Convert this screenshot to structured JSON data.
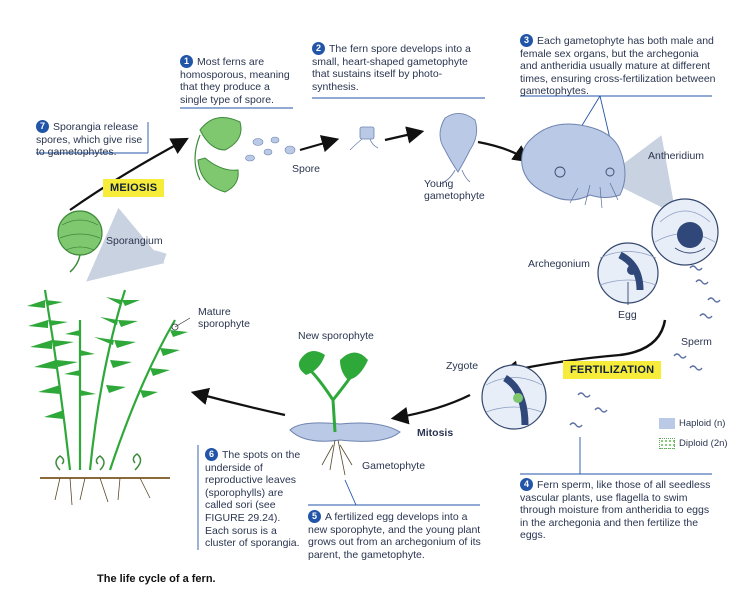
{
  "captions": {
    "c1": {
      "n": "1",
      "text": "Most ferns are homosporous, meaning that they produce a single type of spore."
    },
    "c2": {
      "n": "2",
      "text": "The fern spore develops into a small, heart-shaped gametophyte that sustains itself by photo-synthesis."
    },
    "c3": {
      "n": "3",
      "text": "Each gametophyte has both male and female sex organs, but the archegonia and antheridia usually mature at different times, ensuring cross-fertilization between gametophytes."
    },
    "c4": {
      "n": "4",
      "text": "Fern sperm, like those of all seedless vascular plants, use flagella to swim through moisture from antheridia to eggs in the archegonia and then fertilize the eggs."
    },
    "c5": {
      "n": "5",
      "text": "A fertilized egg develops into a new sporophyte, and the young plant grows out from an archegonium of its parent, the gametophyte."
    },
    "c6": {
      "n": "6",
      "text": "The spots on the underside of reproductive leaves (sporophylls) are called sori (see FIGURE 29.24). Each sorus is a cluster of sporangia."
    },
    "c7": {
      "n": "7",
      "text": "Sporangia release spores, which give rise to gametophytes."
    }
  },
  "labels": {
    "spore": "Spore",
    "young_gametophyte": "Young gametophyte",
    "antheridium": "Antheridium",
    "archegonium": "Archegonium",
    "egg": "Egg",
    "sperm": "Sperm",
    "zygote": "Zygote",
    "new_sporophyte": "New sporophyte",
    "gametophyte": "Gametophyte",
    "mature_sporophyte": "Mature sporophyte",
    "sporangium": "Sporangium"
  },
  "processes": {
    "meiosis": "MEIOSIS",
    "fertilization": "FERTILIZATION",
    "mitosis": "Mitosis"
  },
  "legend": {
    "haploid": "Haploid (n)",
    "diploid": "Diploid (2n)"
  },
  "colors": {
    "haploid": "#b9c9e6",
    "diploid": "#7fc870",
    "accent": "#2255a8",
    "highlight": "#f7ec3a",
    "leaf": "#2fa83a"
  },
  "figure_title": "The life cycle of a fern."
}
